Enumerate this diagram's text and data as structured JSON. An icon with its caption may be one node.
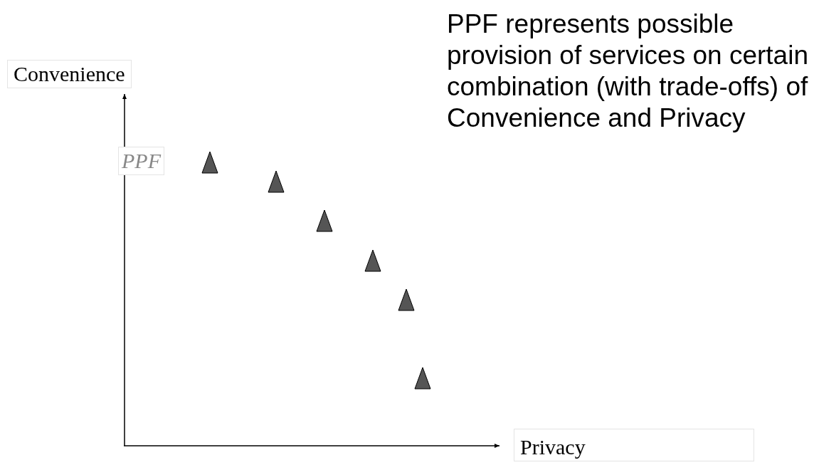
{
  "diagram": {
    "labels": [
      "Convenience",
      "PPF",
      "PPF represents possible provision of services on certain combination (with trade-offs) of Convenience and Privacy",
      "Privacy"
    ]
  }
}
